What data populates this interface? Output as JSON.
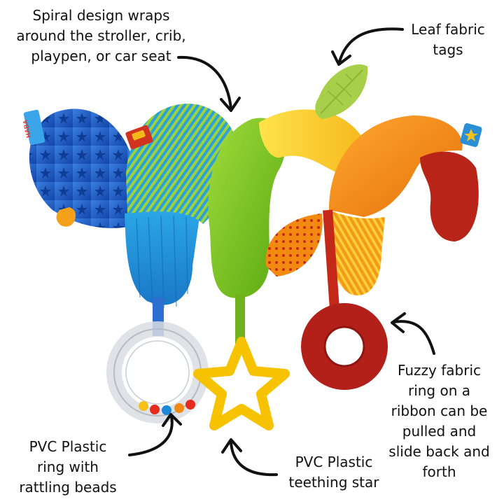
{
  "callouts": {
    "spiral": "Spiral design wraps\naround the stroller, crib,\nplaypen, or car seat",
    "leaf": "Leaf fabric\ntags",
    "fuzzy_ring": "Fuzzy fabric\nring on a\nribbon can be\npulled and\nslide back and\nforth",
    "pvc_ring": "PVC Plastic\nring with\nrattling beads",
    "teething_star": "PVC Plastic\nteething star"
  },
  "brand_tag": "HABA",
  "colors": {
    "blue": "#1f66c9",
    "green": "#7dc81e",
    "yellow": "#f6c21a",
    "orange": "#f28a12",
    "red": "#b3201a",
    "star": "#f7c300"
  }
}
